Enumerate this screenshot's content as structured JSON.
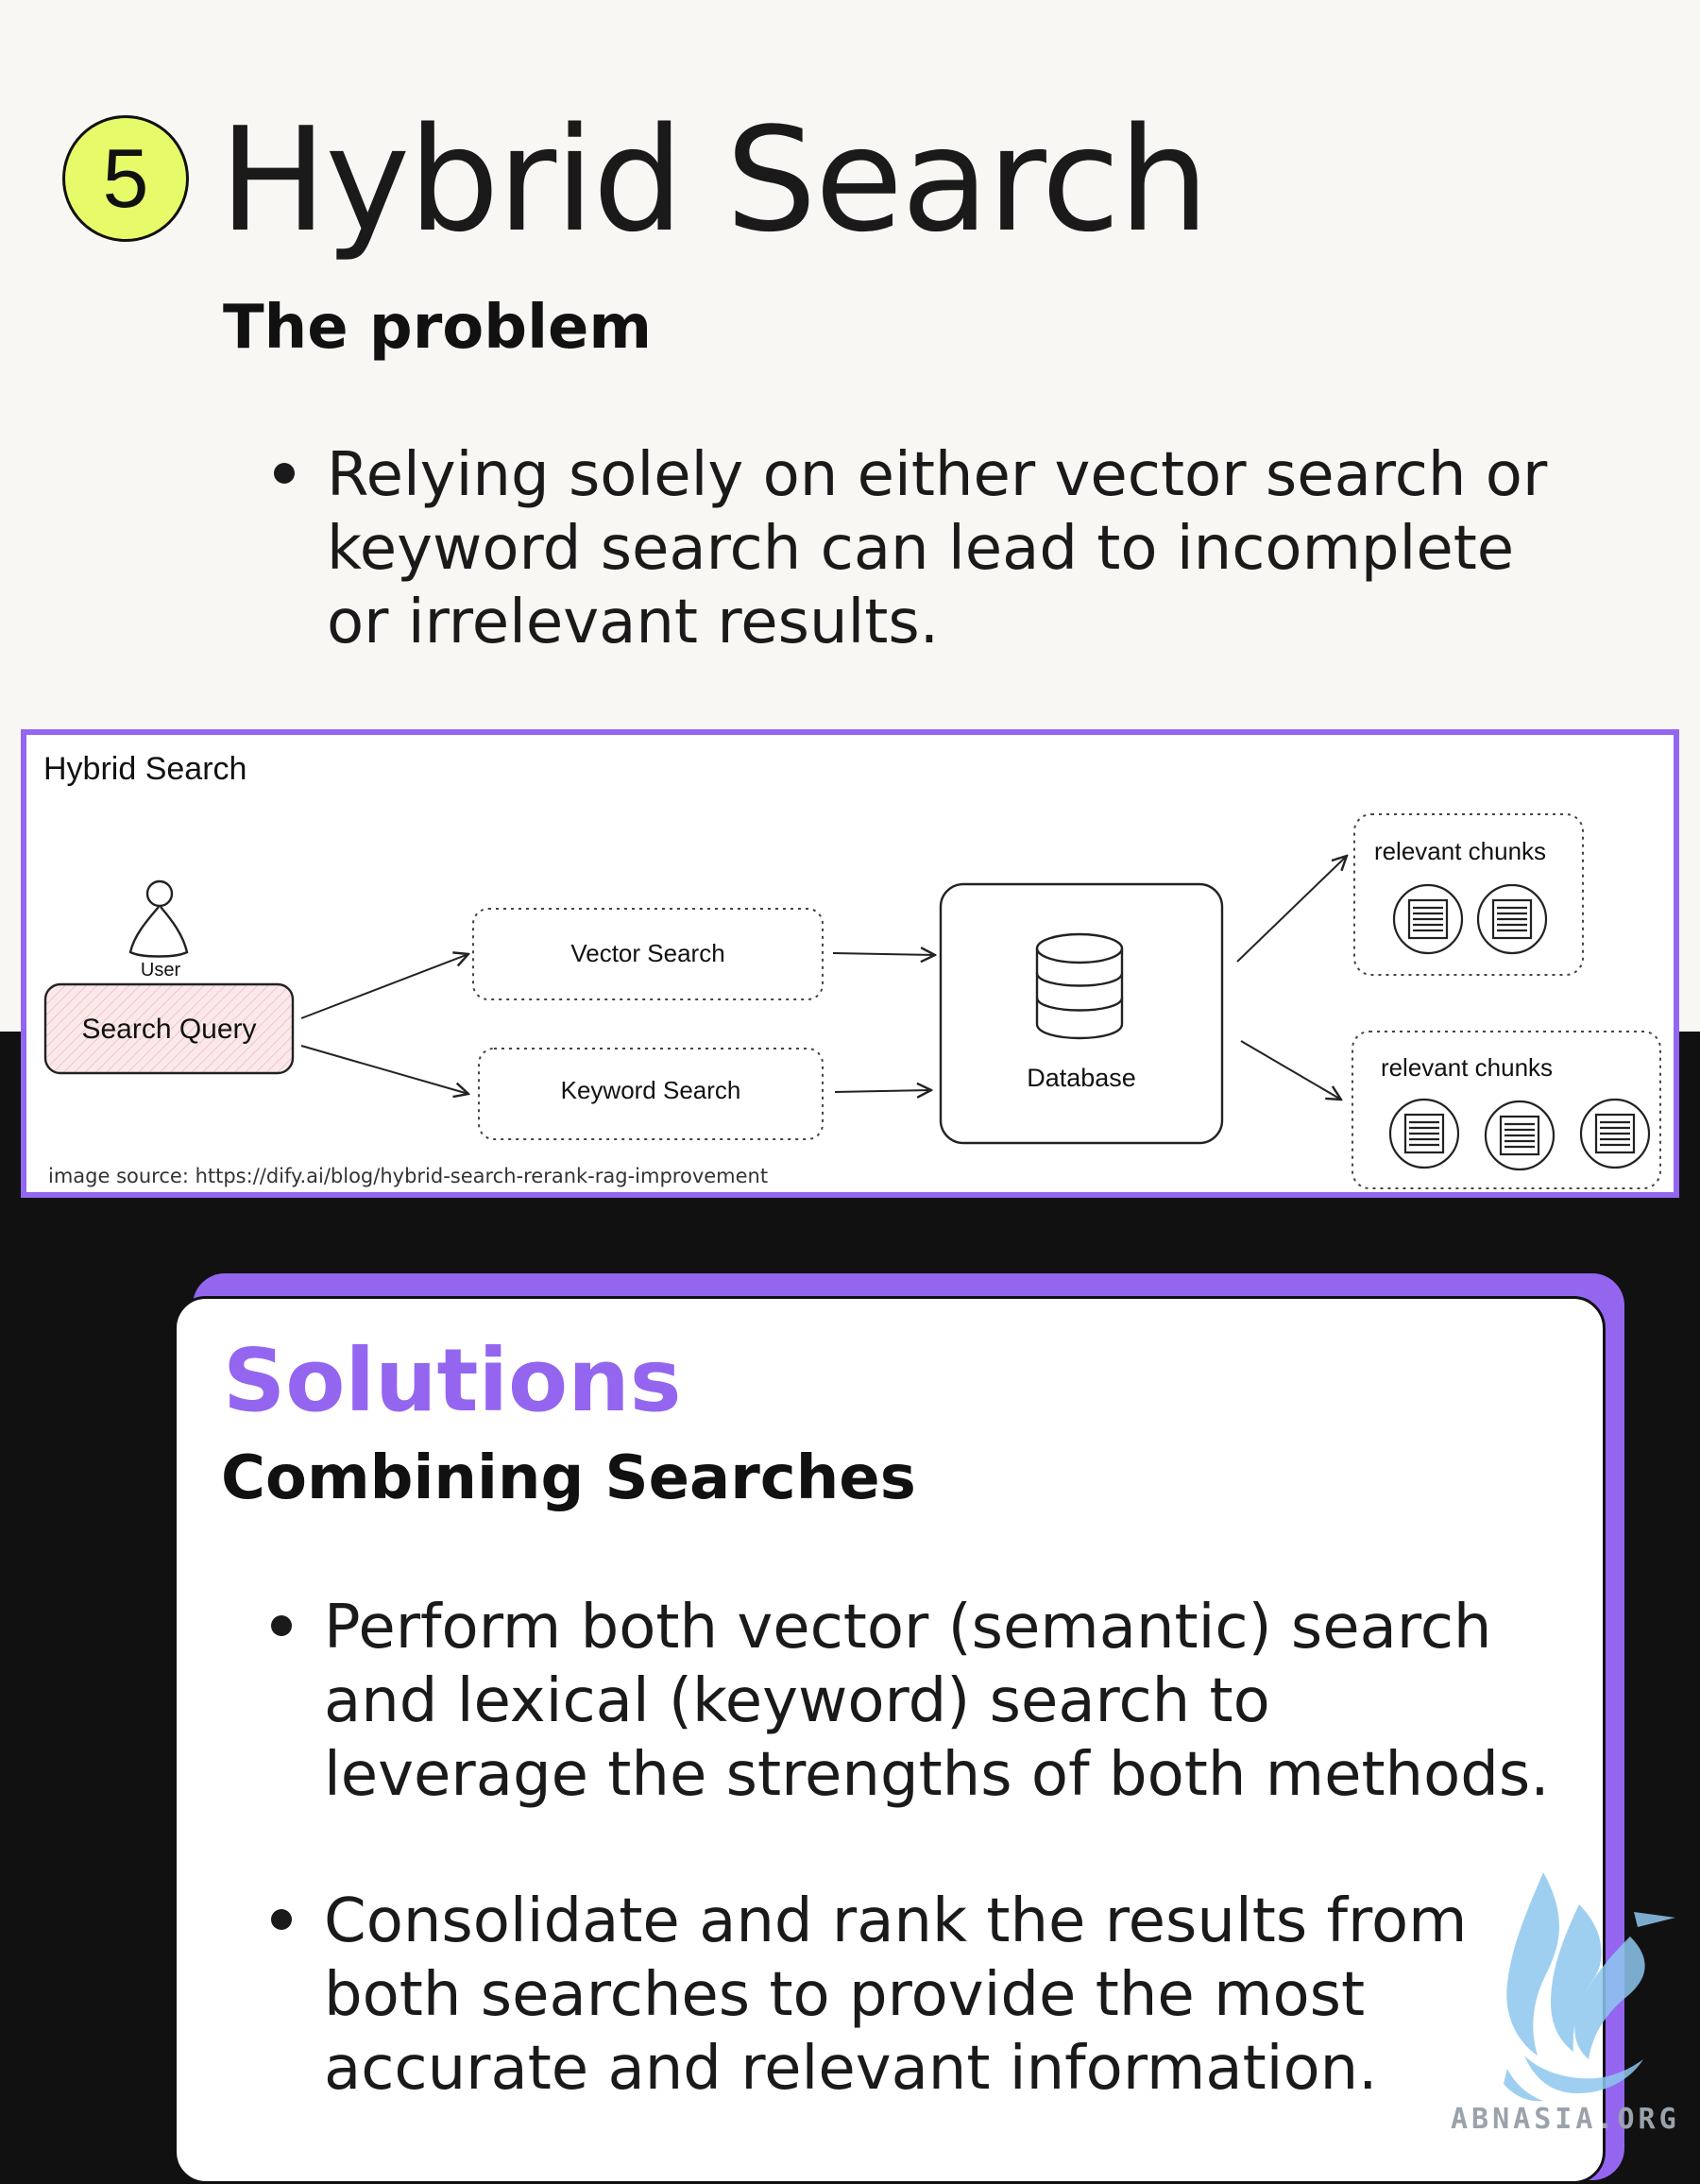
{
  "header": {
    "step_number": "5",
    "title": "Hybrid Search"
  },
  "problem": {
    "heading": "The problem",
    "bullets": [
      "Relying solely on either vector search or keyword search can lead to incomplete or irrelevant results."
    ]
  },
  "diagram": {
    "title": "Hybrid Search",
    "user_label": "User",
    "query_label": "Search Query",
    "vector_label": "Vector Search",
    "keyword_label": "Keyword Search",
    "database_label": "Database",
    "chunks_top_label": "relevant chunks",
    "chunks_bottom_label": "relevant chunks",
    "source_caption": "image source: https://dify.ai/blog/hybrid-search-rerank-rag-improvement",
    "colors": {
      "query_fill": "#fbe9ea",
      "frame": "#9466f0"
    }
  },
  "solutions": {
    "heading": "Solutions",
    "subheading": "Combining Searches",
    "bullets": [
      "Perform both vector (semantic) search and lexical (keyword) search to leverage the strengths of both methods.",
      "Consolidate and rank the results from both searches to provide the most accurate and relevant information."
    ]
  },
  "watermark": {
    "text": "ABNASIA.ORG"
  },
  "colors": {
    "accent": "#9466f0",
    "badge": "#e7fb6a",
    "top_background": "#f8f7f3"
  }
}
